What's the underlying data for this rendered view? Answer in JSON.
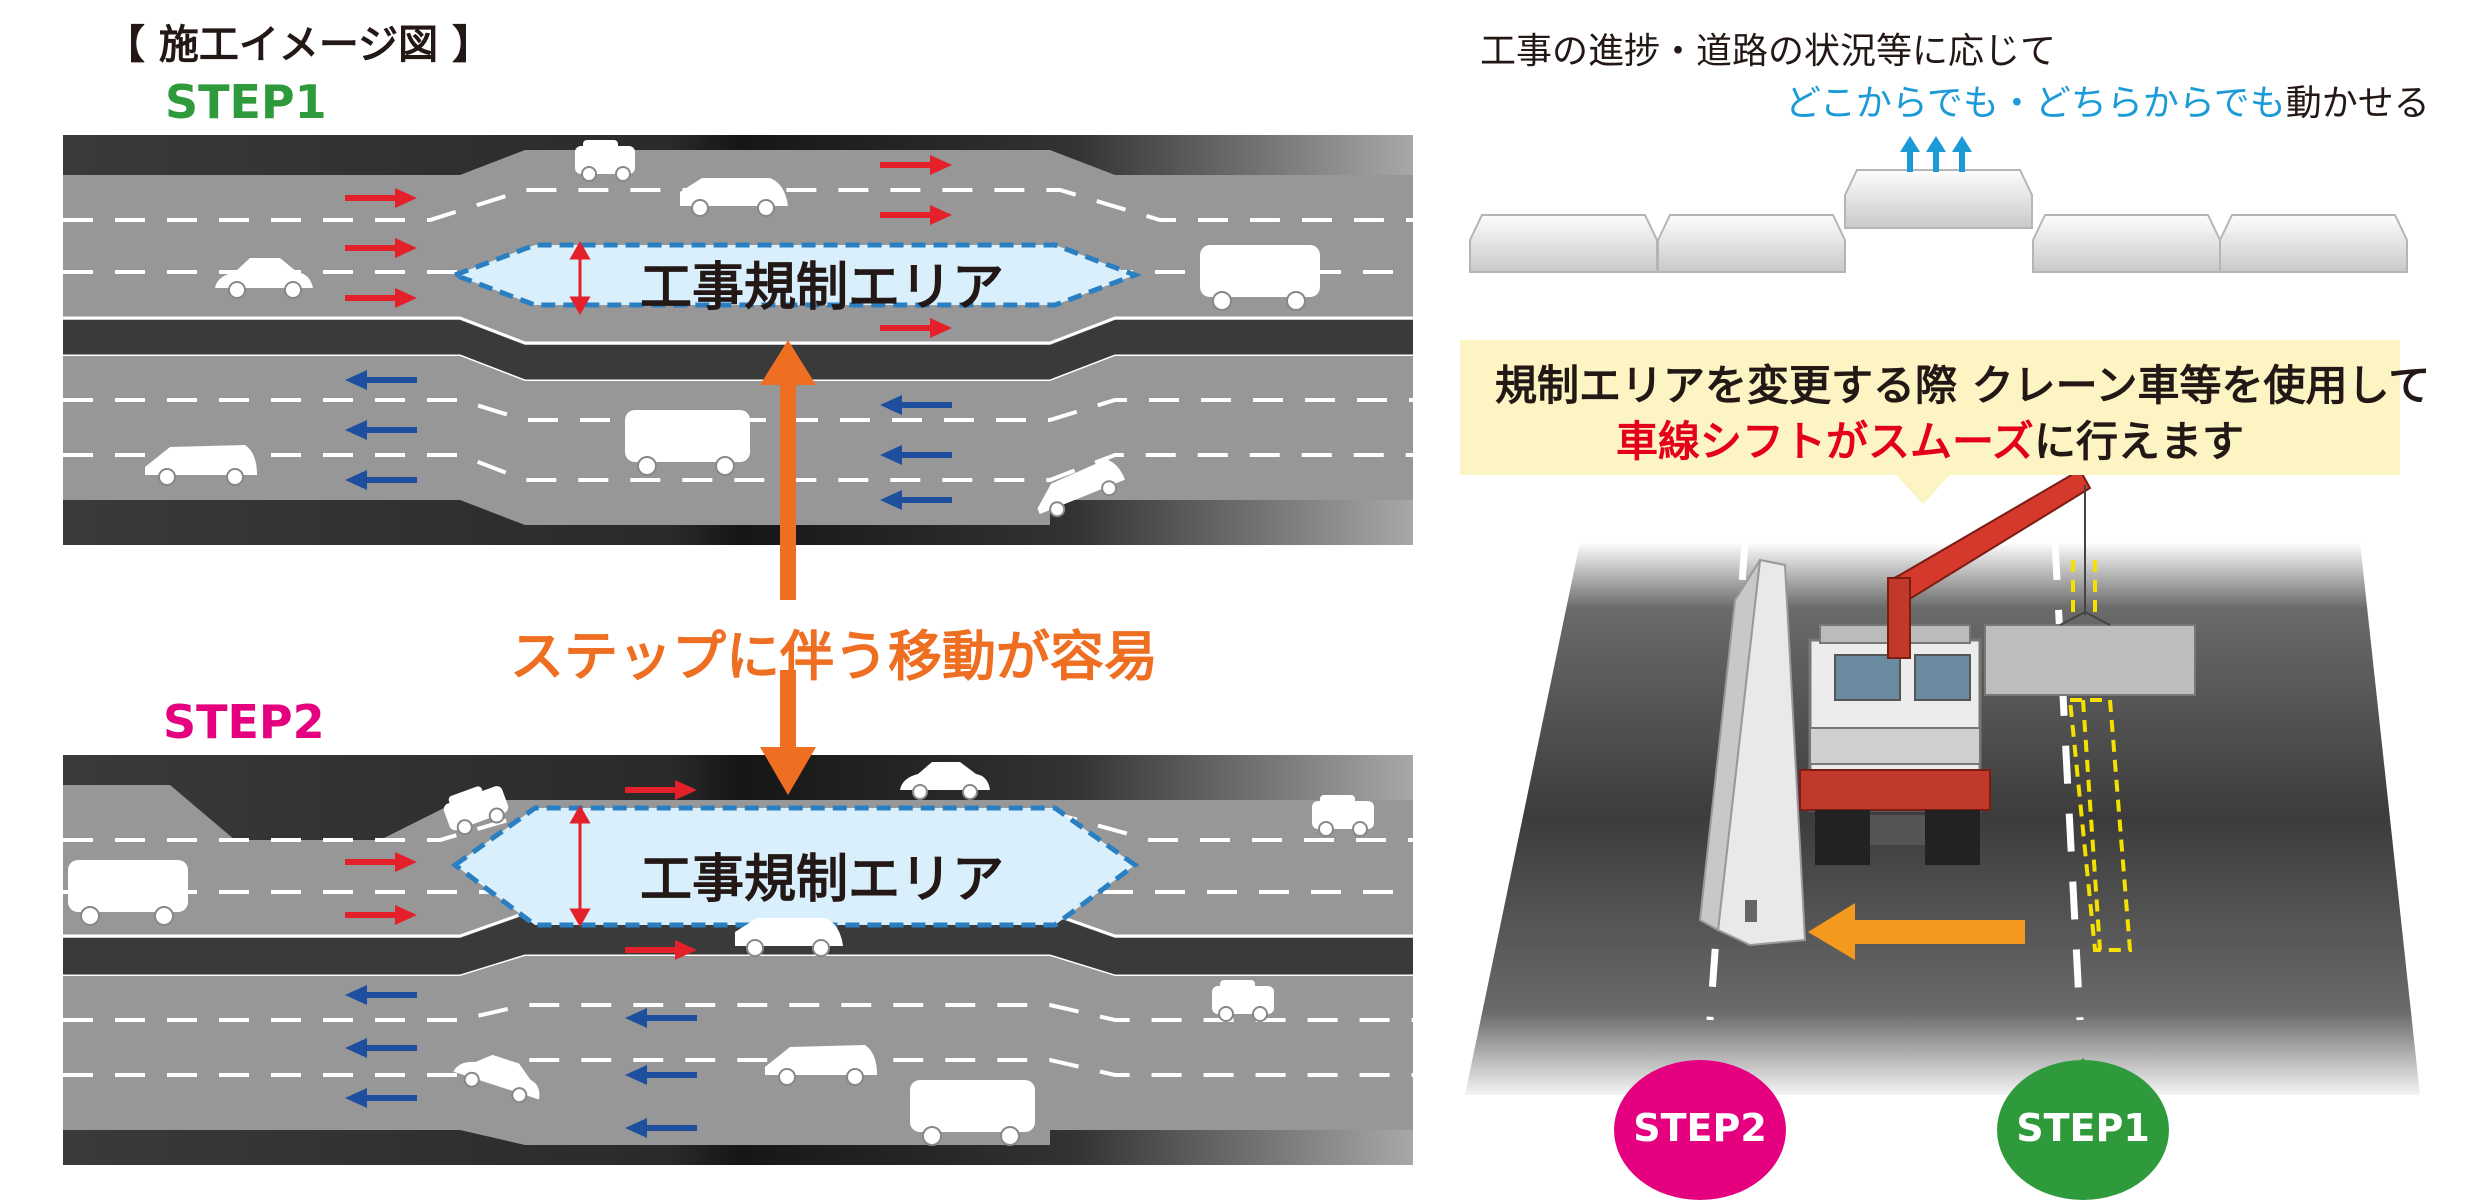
{
  "title": "【 施工イメージ図 】",
  "step1": {
    "label": "STEP1",
    "color": "#2f9a3c",
    "area_label": "工事規制エリア"
  },
  "step2": {
    "label": "STEP2",
    "color": "#e4007f",
    "area_label": "工事規制エリア"
  },
  "move_label": "ステップに伴う移動が容易",
  "note_line1": "工事の進捗・道路の状況等に応じて",
  "note_line2_highlight": "どこからでも・どちらからでも",
  "note_line2_rest": "動かせる",
  "banner_line1": "規制エリアを変更する際 クレーン車等を使用して",
  "banner_line2_highlight": "車線シフトがスムーズ",
  "banner_line2_rest": "に行えます",
  "bubble_step2": "STEP2",
  "bubble_step1": "STEP1",
  "colors": {
    "traffic_right": "#e4202a",
    "traffic_left": "#1d4f9e",
    "move_arrow": "#ee6e22",
    "shift_arrow": "#f39a1e",
    "zone_fill": "#d9effb",
    "zone_border": "#2a7fc2",
    "highlight_blue": "#1a9ad6",
    "highlight_red": "#e4001b",
    "banner_bg": "#fdf4c3"
  },
  "icons": [
    "car-icon",
    "van-icon",
    "bus-icon",
    "crane-truck-icon",
    "barrier-block-icon",
    "up-arrow-icon"
  ]
}
